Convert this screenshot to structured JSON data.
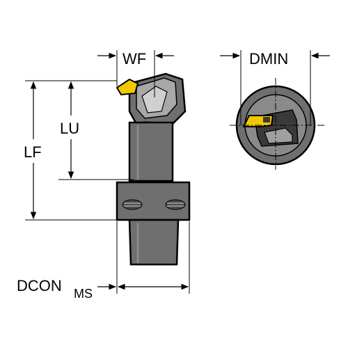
{
  "labels": {
    "wf": "WF",
    "lu": "LU",
    "lf": "LF",
    "dmin": "DMIN",
    "dcon": "DCON",
    "dcon_sub": "MS"
  },
  "colors": {
    "body_gray": "#6f6f6f",
    "light_gray": "#a8a8a8",
    "insert_yellow": "#f2c800"
  }
}
